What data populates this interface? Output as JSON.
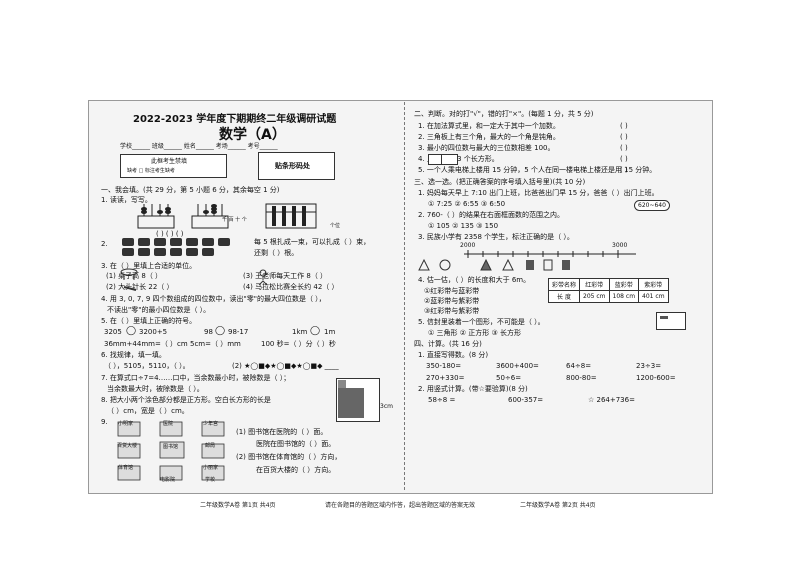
{
  "header": {
    "title": "2022-2023 学年度下期期终二年级调研试题",
    "subject": "数学（A）",
    "info_line": "学校______ 班级______ 姓名______ 考场______ 考号______",
    "notice_title": "此框考生禁填",
    "notice_text": "缺考 □   标注考生缺考",
    "barcode_label": "贴条形码处"
  },
  "left": {
    "s1_title": "一、我会填。(共 29 分，第 5 小题 6 分，其余每空 1 分)",
    "q1": "1. 读读，写写。",
    "q1_blanks": "(        )        (        )        (        )",
    "q1_place_value": "千 百 十 个",
    "q1_unit": "个位",
    "q2": "2.",
    "q2_text_a": "每 5 根扎成一束，可以扎成（      ）束，",
    "q2_text_b": "还剩（      ）根。",
    "q3": "3. 在（    ）里填上合适的单位。",
    "q3_a": "(1)        桌子高 8（      ）",
    "q3_b": "(2)        大头针长 22（      ）",
    "q3_c": "(3)        王老师每天工作 8（      ）",
    "q3_d": "(4)        马拉松比赛全长约 42（      ）",
    "q4_a": "4. 用 3, 0, 7, 9 四个数组成的四位数中，读出\"零\"的最大四位数是（                ），",
    "q4_b": "不读出\"零\"的最小四位数是（                ）。",
    "q5": "5. 在（    ）里填上正确的符号。",
    "q5_row1_a": "3205",
    "q5_row1_b": "3200+5",
    "q5_row1_c": "98",
    "q5_row1_d": "98-17",
    "q5_row1_e": "1km",
    "q5_row1_f": "1m",
    "q5_row2_a": "36mm+44mm=（      ）cm",
    "q5_row2_b": "5cm=（      ）mm",
    "q5_row2_c": "100 秒=（      ）分（      ）秒",
    "q6": "6. 找规律，填一填。",
    "q6_a": "（      ），5105，5110，（      ）。",
    "q6_b": "(2) ★◯■◆★◯■◆★◯■◆ ____",
    "q7_a": "7. 在算式口÷7=4……口中，当余数最小时，被除数是（      ）；",
    "q7_b": "当余数最大时，被除数是（      ）。",
    "q8_a": "8. 把大小两个涂色部分都是正方形。空白长方形的长是",
    "q8_b": "（      ）cm，宽是（      ）cm。",
    "q8_label": "3cm",
    "q9": "9.",
    "q9_a": "(1) 图书馆在医院的（      ）面。",
    "q9_b": "医院在图书馆的（      ）面。",
    "q9_c": "(2) 图书馆在体育馆的（      ）方向，",
    "q9_d": "在百货大楼的（      ）方向。",
    "map_labels": [
      "小明家",
      "医院",
      "少年宫",
      "百货大楼",
      "图书馆",
      "邮局",
      "体育馆",
      "电影院",
      "小丽家",
      "学校"
    ]
  },
  "right": {
    "s2_title": "二、判断。对的打\"√\"，错的打\"×\"。(每题 1 分，共 5 分)",
    "j1": "1. 在加法算式里，和一定大于其中一个加数。",
    "j2": "2. 三角板上有三个角，最大的一个角是钝角。",
    "j3": "3. 最小的四位数与最大的三位数相差 100。",
    "j4": "4.            上图中有 3 个长方形。",
    "j5": "5. 一个人乘电梯上楼用 15 分钟，5 个人在同一楼电梯上楼还是用 15 分钟。",
    "paren": "(        )",
    "s3_title": "三、选一选。(把正确答案的序号填入括号里)(共 10 分)",
    "c1": "1. 妈妈每天早上 7:10 出门上班，比爸爸出门早 15 分，爸爸（      ）出门上班。",
    "c1_opts": "①  7:25          ②  6:55          ③  6:50",
    "c2": "2. 760-（      ）的结果在右面框面数的范围之内。",
    "c2_range": "620~640",
    "c2_opts": "①  105          ②  135          ③  150",
    "c3": "3. 民族小学有 2358 个学生，标注正确的是（      ）。",
    "c3_ticks": [
      "2000",
      "3000"
    ],
    "c4": "4. 估一估，（      ）的长度和大于 6m。",
    "c4_opts": [
      "①红彩带与蓝彩带",
      "②蓝彩带与紫彩带",
      "③红彩带与紫彩带"
    ],
    "ribbon_table": {
      "headers": [
        "彩带名称",
        "红彩带",
        "蓝彩带",
        "紫彩带"
      ],
      "row_label": "长 度",
      "values": [
        "205 cm",
        "108 cm",
        "401 cm"
      ]
    },
    "c5": "5. 信封里装着一个图形，不可能是（      ）。",
    "c5_opts": "①  三角形          ②  正方形          ③  长方形",
    "s4_title": "四、计算。(共 16 分)",
    "k1": "1. 直接写得数。(8 分)",
    "k1_rows": [
      [
        "350-180=",
        "3600+400=",
        "64÷8=",
        "23÷3="
      ],
      [
        "270+330=",
        "50÷6=",
        "800-80=",
        "1200-600="
      ]
    ],
    "k2": "2. 用竖式计算。(带☆要验算)(8 分)",
    "k2_items": [
      "58÷8 =",
      "600-357=",
      "☆ 264+736="
    ]
  },
  "footer": {
    "left": "二年级数学A卷      第1页      共4页",
    "middle": "请在各题目的答题区域内作答，超出答题区域的答案无效",
    "right": "二年级数学A卷      第2页      共4页"
  }
}
